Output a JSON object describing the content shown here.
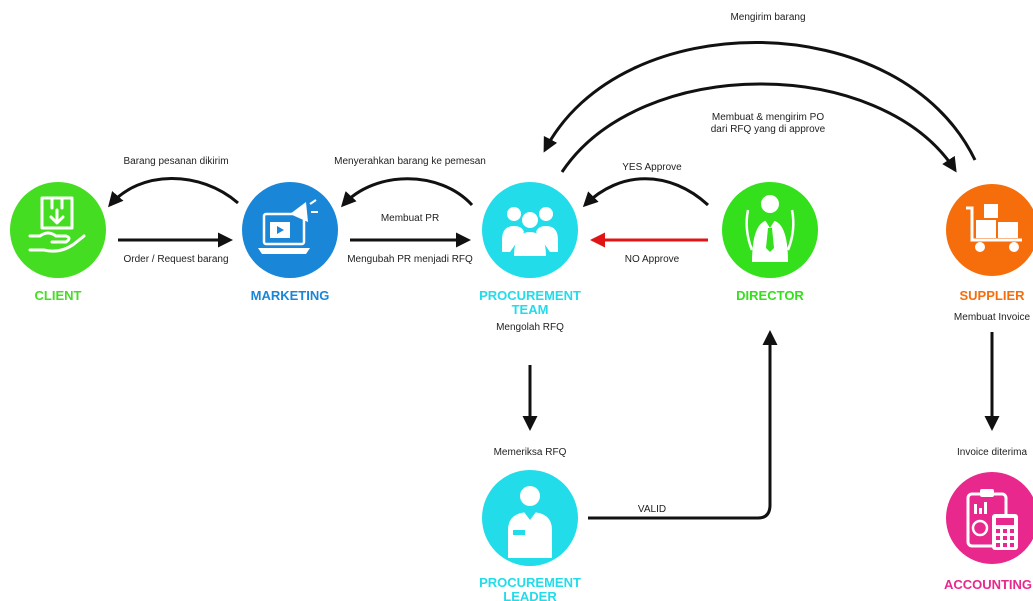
{
  "colors": {
    "client": "#44dd22",
    "marketing": "#1a86d8",
    "procurement_team": "#22dcea",
    "director": "#33e01b",
    "supplier": "#f66e0c",
    "procurement_leader": "#22dcea",
    "accounting": "#e8288c",
    "arrow": "#111111",
    "arrow_no": "#e01414"
  },
  "nodes": {
    "client": {
      "label": "CLIENT",
      "icon": "box-hand-icon"
    },
    "marketing": {
      "label": "MARKETING",
      "icon": "megaphone-laptop-icon"
    },
    "procurement_team": {
      "label_line1": "PROCUREMENT",
      "label_line2": "TEAM",
      "icon": "group-people-icon"
    },
    "director": {
      "label": "DIRECTOR",
      "icon": "businessman-icon"
    },
    "supplier": {
      "label": "SUPPLIER",
      "icon": "hand-truck-icon"
    },
    "procurement_leader": {
      "label_line1": "PROCUREMENT",
      "label_line2": "LEADER",
      "icon": "worker-icon"
    },
    "accounting": {
      "label": "ACCOUNTING",
      "icon": "calculator-clipboard-icon"
    }
  },
  "edges": {
    "barang_pesanan": "Barang pesanan dikirim",
    "order_request": "Order / Request barang",
    "menyerahkan": "Menyerahkan barang ke pemesan",
    "membuat_pr": "Membuat PR",
    "mengubah_pr": "Mengubah PR menjadi RFQ",
    "yes_approve": "YES Approve",
    "no_approve": "NO Approve",
    "mengirim_barang": "Mengirim barang",
    "membuat_po_line1": "Membuat & mengirim PO",
    "membuat_po_line2": "dari RFQ yang di approve",
    "mengolah_rfq": "Mengolah RFQ",
    "memeriksa_rfq": "Memeriksa RFQ",
    "valid": "VALID",
    "membuat_invoice": "Membuat Invoice",
    "invoice_diterima": "Invoice diterima"
  }
}
